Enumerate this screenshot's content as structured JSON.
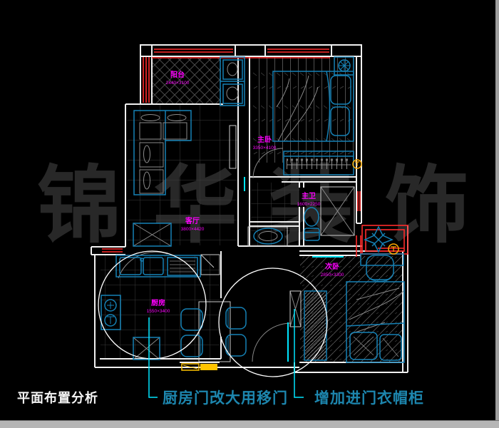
{
  "watermark": {
    "chars": [
      "锦",
      "华",
      "装",
      "饰"
    ],
    "color": "#282828"
  },
  "footer": {
    "title": "平面布置分析"
  },
  "callouts": [
    {
      "id": "kitchen-door",
      "text": "厨房门改大用移门"
    },
    {
      "id": "entry-closet",
      "text": "增加进门衣帽柜"
    }
  ],
  "rooms": [
    {
      "id": "balcony",
      "name": "阳台",
      "dims": "2440×3100"
    },
    {
      "id": "master-bedroom",
      "name": "主卧",
      "dims": "3350×4100"
    },
    {
      "id": "living-room",
      "name": "客厅",
      "dims": "3800×4420"
    },
    {
      "id": "master-bath",
      "name": "主卫",
      "dims": "1600×2250"
    },
    {
      "id": "kitchen",
      "name": "厨房",
      "dims": "1550×3400"
    },
    {
      "id": "second-bedroom",
      "name": "次卧",
      "dims": "2850×3300"
    }
  ],
  "palette": {
    "background": "#000000",
    "wall": "#f0f0f0",
    "furniture_blue": "#1581b5",
    "accent_cyan": "#00e5ff",
    "label_magenta": "#ff00ff",
    "window_red": "#ff2a2a",
    "door_yellow": "#ffc400",
    "note_teal": "#1d86ae",
    "hatch_gray": "#4d4d4d"
  }
}
